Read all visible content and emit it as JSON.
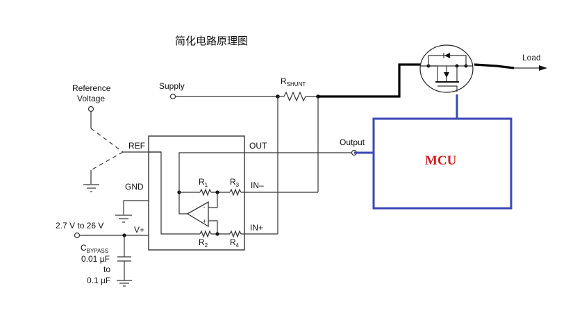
{
  "title": "简化电路原理图",
  "labels": {
    "reference_voltage_line1": "Reference",
    "reference_voltage_line2": "Voltage",
    "supply": "Supply",
    "rshunt_main": "R",
    "rshunt_sub": "SHUNT",
    "load": "Load",
    "output": "Output",
    "mcu": "MCU",
    "pin_ref": "REF",
    "pin_gnd": "GND",
    "pin_vplus": "V+",
    "pin_out": "OUT",
    "pin_in_minus": "IN–",
    "pin_in_plus": "IN+",
    "r1_main": "R",
    "r1_sub": "1",
    "r2_main": "R",
    "r2_sub": "2",
    "r3_main": "R",
    "r3_sub": "3",
    "r4_main": "R",
    "r4_sub": "4",
    "supply_range": "2.7 V to 26 V",
    "cbypass_main": "C",
    "cbypass_sub": "BYPASS",
    "cbypass_val1": "0.01 µF",
    "cbypass_to": "to",
    "cbypass_val2": "0.1 µF",
    "opamp_minus": "-",
    "opamp_plus": "+"
  },
  "colors": {
    "mcu_border": "#3b46b5",
    "mcu_text": "#d22020",
    "power_path": "#000000"
  }
}
